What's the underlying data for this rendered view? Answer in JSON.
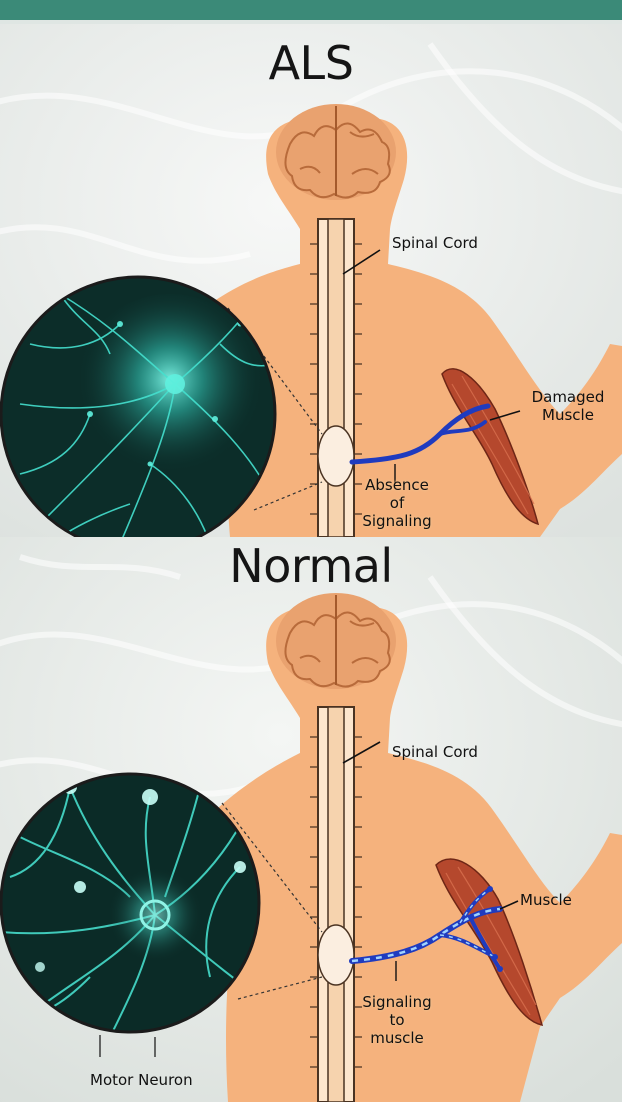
{
  "als": {
    "title": "ALS",
    "spinal_cord": "Spinal Cord",
    "muscle_line1": "Damaged",
    "muscle_line2": "Muscle",
    "signal_line1": "Absence",
    "signal_line2": "of",
    "signal_line3": "Signaling"
  },
  "normal": {
    "title": "Normal",
    "spinal_cord": "Spinal Cord",
    "muscle": "Muscle",
    "signal_line1": "Signaling",
    "signal_line2": "to",
    "signal_line3": "muscle",
    "motor_neuron": "Motor Neuron"
  },
  "colors": {
    "skin": "#f5b27d",
    "brain": "#e9a26f",
    "muscle": "#b5482d",
    "nerve": "#1f3bbf",
    "neuron": "#3fd9c9",
    "neuron_bg": "#0a2623",
    "topbar": "#3b8a78"
  }
}
